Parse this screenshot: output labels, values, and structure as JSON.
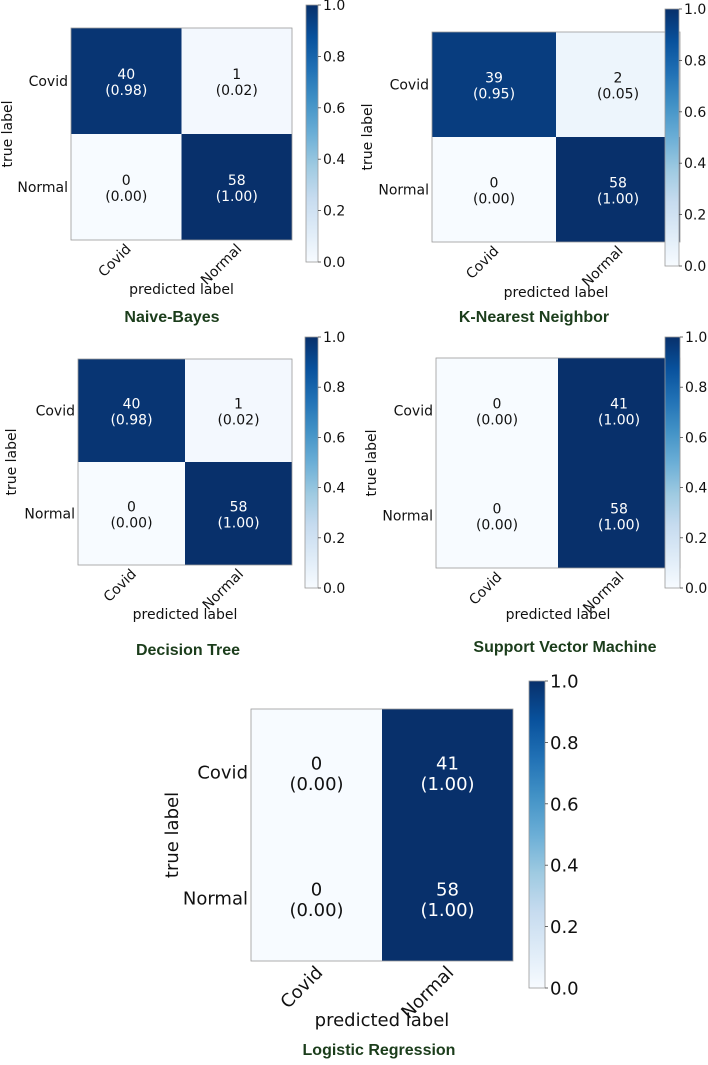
{
  "chart_data": [
    {
      "type": "heatmap",
      "title": "Naive-Bayes",
      "xlabel": "predicted label",
      "ylabel": "true label",
      "x_categories": [
        "Covid",
        "Normal"
      ],
      "y_categories": [
        "Covid",
        "Normal"
      ],
      "counts": [
        [
          40,
          1
        ],
        [
          0,
          58
        ]
      ],
      "normalized": [
        [
          0.98,
          0.02
        ],
        [
          0.0,
          1.0
        ]
      ],
      "cell_text": [
        [
          "40",
          "(0.98)",
          "1",
          "(0.02)"
        ],
        [
          "0",
          "(0.00)",
          "58",
          "(1.00)"
        ]
      ],
      "colorbar": {
        "range": [
          0,
          1
        ],
        "ticks": [
          "0.0",
          "0.2",
          "0.4",
          "0.6",
          "0.8",
          "1.0"
        ]
      }
    },
    {
      "type": "heatmap",
      "title": "K-Nearest Neighbor",
      "xlabel": "predicted label",
      "ylabel": "true label",
      "x_categories": [
        "Covid",
        "Normal"
      ],
      "y_categories": [
        "Covid",
        "Normal"
      ],
      "counts": [
        [
          39,
          2
        ],
        [
          0,
          58
        ]
      ],
      "normalized": [
        [
          0.95,
          0.05
        ],
        [
          0.0,
          1.0
        ]
      ],
      "cell_text": [
        [
          "39",
          "(0.95)",
          "2",
          "(0.05)"
        ],
        [
          "0",
          "(0.00)",
          "58",
          "(1.00)"
        ]
      ],
      "colorbar": {
        "range": [
          0,
          1
        ],
        "ticks": [
          "0.0",
          "0.2",
          "0.4",
          "0.6",
          "0.8",
          "1.0"
        ]
      }
    },
    {
      "type": "heatmap",
      "title": "Decision Tree",
      "xlabel": "predicted label",
      "ylabel": "true label",
      "x_categories": [
        "Covid",
        "Normal"
      ],
      "y_categories": [
        "Covid",
        "Normal"
      ],
      "counts": [
        [
          40,
          1
        ],
        [
          0,
          58
        ]
      ],
      "normalized": [
        [
          0.98,
          0.02
        ],
        [
          0.0,
          1.0
        ]
      ],
      "cell_text": [
        [
          "40",
          "(0.98)",
          "1",
          "(0.02)"
        ],
        [
          "0",
          "(0.00)",
          "58",
          "(1.00)"
        ]
      ],
      "colorbar": {
        "range": [
          0,
          1
        ],
        "ticks": [
          "0.0",
          "0.2",
          "0.4",
          "0.6",
          "0.8",
          "1.0"
        ]
      }
    },
    {
      "type": "heatmap",
      "title": "Support Vector Machine",
      "xlabel": "predicted label",
      "ylabel": "true label",
      "x_categories": [
        "Covid",
        "Normal"
      ],
      "y_categories": [
        "Covid",
        "Normal"
      ],
      "counts": [
        [
          0,
          41
        ],
        [
          0,
          58
        ]
      ],
      "normalized": [
        [
          0.0,
          1.0
        ],
        [
          0.0,
          1.0
        ]
      ],
      "cell_text": [
        [
          "0",
          "(0.00)",
          "41",
          "(1.00)"
        ],
        [
          "0",
          "(0.00)",
          "58",
          "(1.00)"
        ]
      ],
      "colorbar": {
        "range": [
          0,
          1
        ],
        "ticks": [
          "0.0",
          "0.2",
          "0.4",
          "0.6",
          "0.8",
          "1.0"
        ]
      }
    },
    {
      "type": "heatmap",
      "title": "Logistic Regression",
      "xlabel": "predicted label",
      "ylabel": "true label",
      "x_categories": [
        "Covid",
        "Normal"
      ],
      "y_categories": [
        "Covid",
        "Normal"
      ],
      "counts": [
        [
          0,
          41
        ],
        [
          0,
          58
        ]
      ],
      "normalized": [
        [
          0.0,
          1.0
        ],
        [
          0.0,
          1.0
        ]
      ],
      "cell_text": [
        [
          "0",
          "(0.00)",
          "41",
          "(1.00)"
        ],
        [
          "0",
          "(0.00)",
          "58",
          "(1.00)"
        ]
      ],
      "colorbar": {
        "range": [
          0,
          1
        ],
        "ticks": [
          "0.0",
          "0.2",
          "0.4",
          "0.6",
          "0.8",
          "1.0"
        ]
      }
    }
  ],
  "colors": {
    "cmap_low": "#f7fbff",
    "cmap_mid": "#6baed6",
    "cmap_high": "#08306b",
    "title": "#1b3d1b",
    "axis_text": "#111111"
  }
}
